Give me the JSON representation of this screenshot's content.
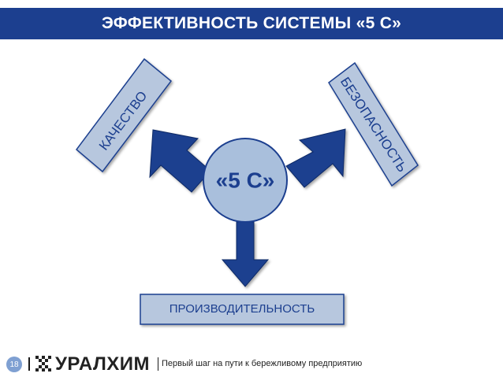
{
  "title": "ЭФФЕКТИВНОСТЬ СИСТЕМЫ «5 С»",
  "center_label": "«5 С»",
  "banners": {
    "left": "КАЧЕСТВО",
    "right": "БЕЗОПАСНОСТЬ",
    "bottom": "ПРОИЗВОДИТЕЛЬНОСТЬ"
  },
  "footer": {
    "page_number": "18",
    "logo_text": "УРАЛХИМ",
    "tagline": "Первый шаг на пути к бережливому предприятию"
  },
  "colors": {
    "title_bar": "#1c3f8f",
    "arrows": "#1c3f8f",
    "banner_fill": "#b7c7de",
    "circle_fill": "#a9bfdc"
  }
}
